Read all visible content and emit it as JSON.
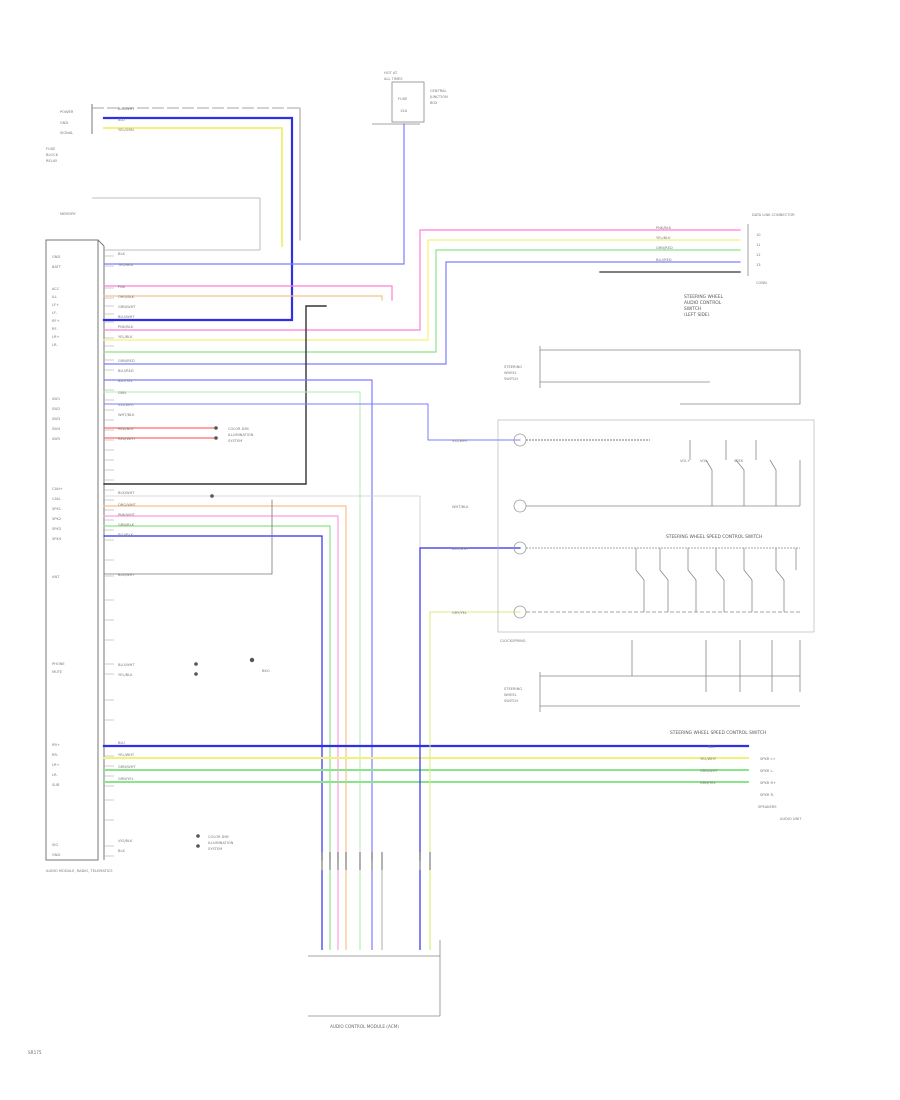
{
  "diagram": {
    "page_code": "SR175",
    "module_label": "AUDIO CONTROL MODULE (ACM)",
    "modules": {
      "head_unit": "AUDIO MODULE, RADIO, TELEMATICS",
      "clock_spring": "CLOCKSPRING",
      "steering_switch_left": "STEERING WHEEL SPEED CONTROL SWITCH",
      "steering_switch_right": "STEERING WHEEL AUDIO CONTROL SWITCH",
      "fuse_box": "CENTRAL JUNCTION BOX",
      "ground_top": "GROUND",
      "ground_sw_1": "GROUND",
      "ground_sw_2": "GROUND",
      "speaker_label": "SPEAKERS"
    },
    "colors": {
      "blue": "#2f2fe8",
      "pink": "#ff7fd2",
      "yellow": "#f2f27a",
      "green": "#8be38b",
      "orange": "#f7c08a",
      "red": "#ff6a6a",
      "gray": "#333333",
      "light_blue": "#9a9aff",
      "purple": "#c08bff"
    }
  }
}
